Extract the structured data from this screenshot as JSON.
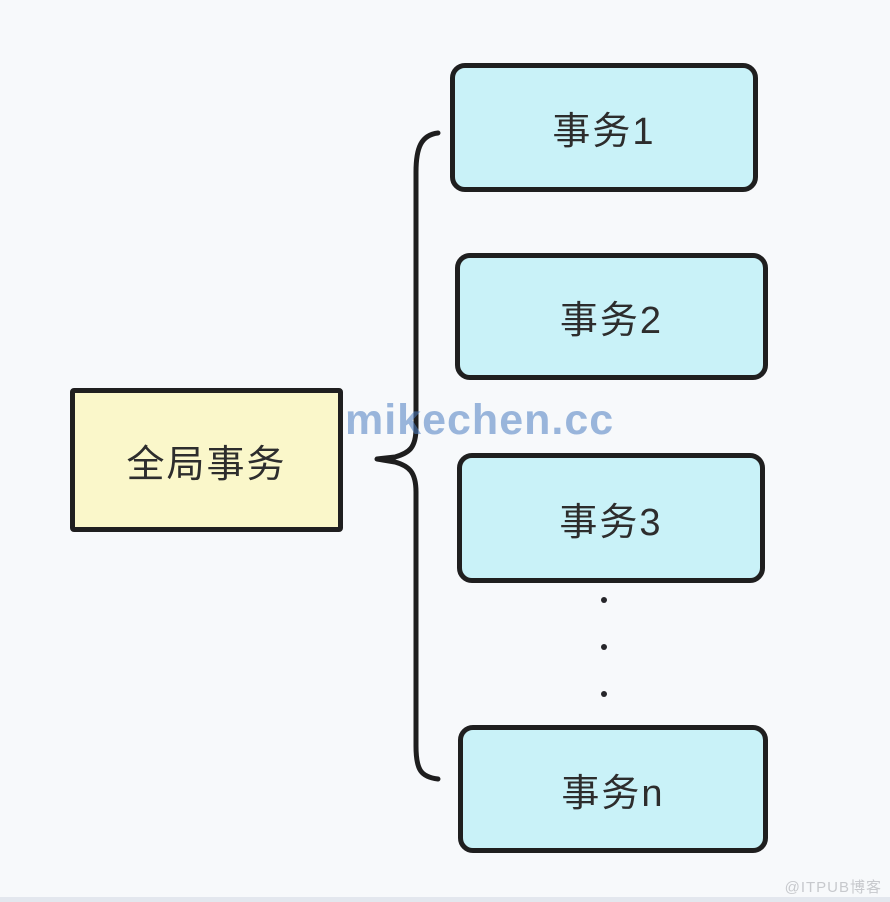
{
  "diagram": {
    "title": "",
    "root": {
      "label": "全局事务"
    },
    "children": [
      {
        "label": "事务1"
      },
      {
        "label": "事务2"
      },
      {
        "label": "事务3"
      },
      {
        "label": "事务n"
      }
    ],
    "connector": "curly-brace",
    "ellipsis_between": [
      "事务3",
      "事务n"
    ]
  },
  "watermarks": {
    "center": "mikechen.cc",
    "footer": "@ITPUB博客"
  },
  "colors": {
    "background": "#f7f9fb",
    "root_fill": "#faf7ca",
    "child_fill": "#c9f2f8",
    "stroke": "#1f1f1f",
    "center_watermark": "#4d7ec1",
    "footer_watermark": "#c7c9cd"
  }
}
